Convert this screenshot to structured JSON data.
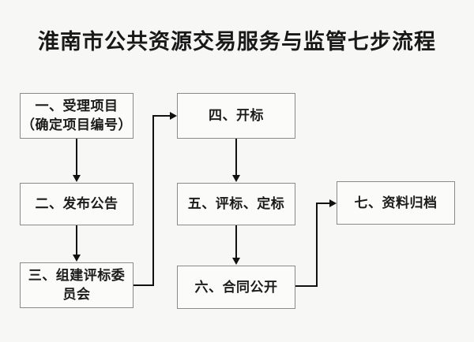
{
  "diagram": {
    "title": "淮南市公共资源交易服务与监管七步流程",
    "background_color": "#f7f7f5",
    "node_fill_color": "#fbfbfa",
    "node_border_color": "#8a8a8a",
    "connector_color": "#111111",
    "text_color": "#1c1c1c",
    "nodes": [
      {
        "id": "1",
        "label": "一、受理项目\n（确定项目编号）"
      },
      {
        "id": "2",
        "label": "二、发布公告"
      },
      {
        "id": "3",
        "label": "三、组建评标委\n员会"
      },
      {
        "id": "4",
        "label": "四、开标"
      },
      {
        "id": "5",
        "label": "五、评标、定标"
      },
      {
        "id": "6",
        "label": "六、合同公开"
      },
      {
        "id": "7",
        "label": "七、资料归档"
      }
    ],
    "edges": [
      {
        "from": "1",
        "to": "2",
        "style": "straight-down"
      },
      {
        "from": "2",
        "to": "3",
        "style": "straight-down"
      },
      {
        "from": "3",
        "to": "4",
        "style": "elbow-right-up-right"
      },
      {
        "from": "4",
        "to": "5",
        "style": "straight-down"
      },
      {
        "from": "5",
        "to": "6",
        "style": "straight-down"
      },
      {
        "from": "6",
        "to": "7",
        "style": "elbow-right-up-right"
      }
    ]
  }
}
